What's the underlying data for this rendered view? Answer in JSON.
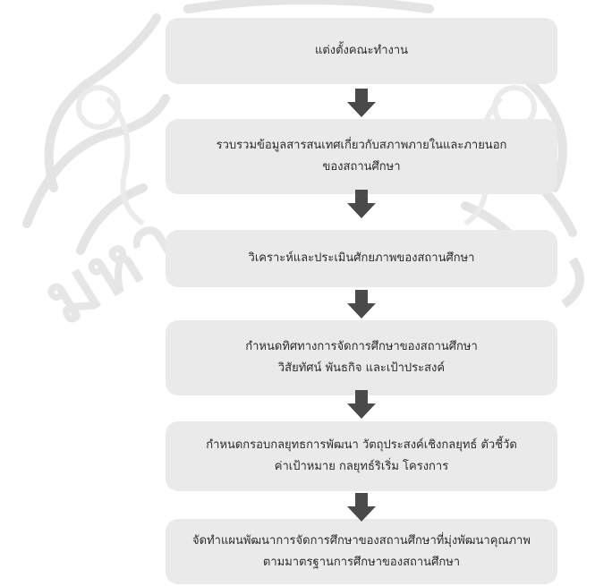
{
  "diagram": {
    "steps": [
      {
        "lines": [
          "แต่งตั้งคณะทำงาน"
        ]
      },
      {
        "lines": [
          "รวบรวมข้อมูลสารสนเทศเกี่ยวกับสภาพภายในและภายนอก",
          "ของสถานศึกษา"
        ]
      },
      {
        "lines": [
          "วิเคราะห์และประเมินศักยภาพของสถานศึกษา"
        ]
      },
      {
        "lines": [
          "กำหนดทิศทางการจัดการศึกษาของสถานศึกษา",
          "วิสัยทัศน์  พันธกิจ และเป้าประสงค์"
        ]
      },
      {
        "lines": [
          "กำหนดกรอบกลยุทธการพัฒนา วัตถุประสงค์เชิงกลยุทธ์ ตัวชี้วัด",
          "ค่าเป้าหมาย กลยุทธ์ริเริ่ม โครงการ"
        ]
      },
      {
        "lines": [
          "จัดทำแผนพัฒนาการจัดการศึกษาของสถานศึกษาที่มุ่งพัฒนาคุณภาพ",
          "ตามมาตรฐานการศึกษาของสถานศึกษา"
        ]
      }
    ],
    "arrow_color": "#4a4a4a",
    "box_color": "#eaeaea"
  },
  "watermark": {
    "text": "มหา",
    "color": "#e6e6e6"
  }
}
